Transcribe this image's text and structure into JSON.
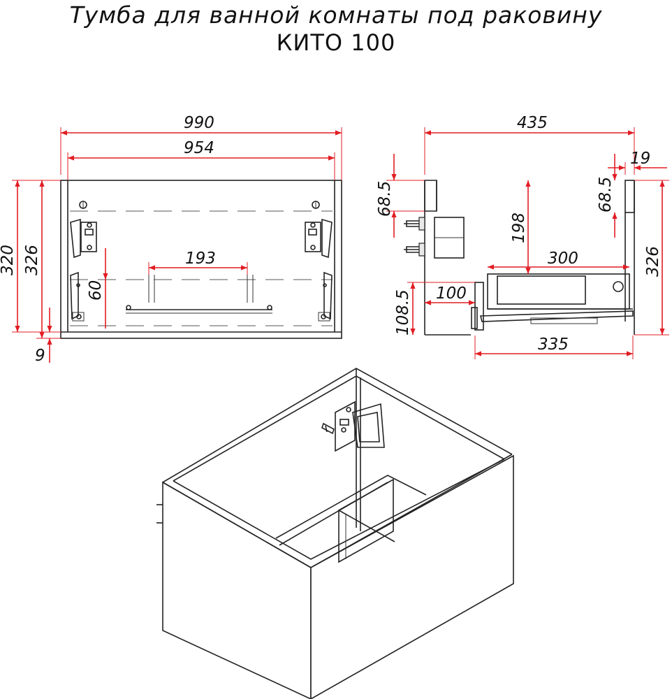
{
  "title": {
    "line1": "Тумба для ванной комнаты под раковину",
    "line2": "КИТО 100"
  },
  "front_view": {
    "width_outer": "990",
    "width_inner": "954",
    "height_320": "320",
    "height_326": "326",
    "bottom_9": "9",
    "gap_193": "193",
    "height_60": "60"
  },
  "side_view": {
    "depth_435": "435",
    "thickness_19": "19",
    "top_68_left": "68.5",
    "top_68_right": "68.5",
    "height_198": "198",
    "height_326": "326",
    "drawer_300": "300",
    "offset_100": "100",
    "height_108": "108.5",
    "drawer_335": "335"
  },
  "colors": {
    "dimension": "#e21d24",
    "ink": "#222222"
  }
}
